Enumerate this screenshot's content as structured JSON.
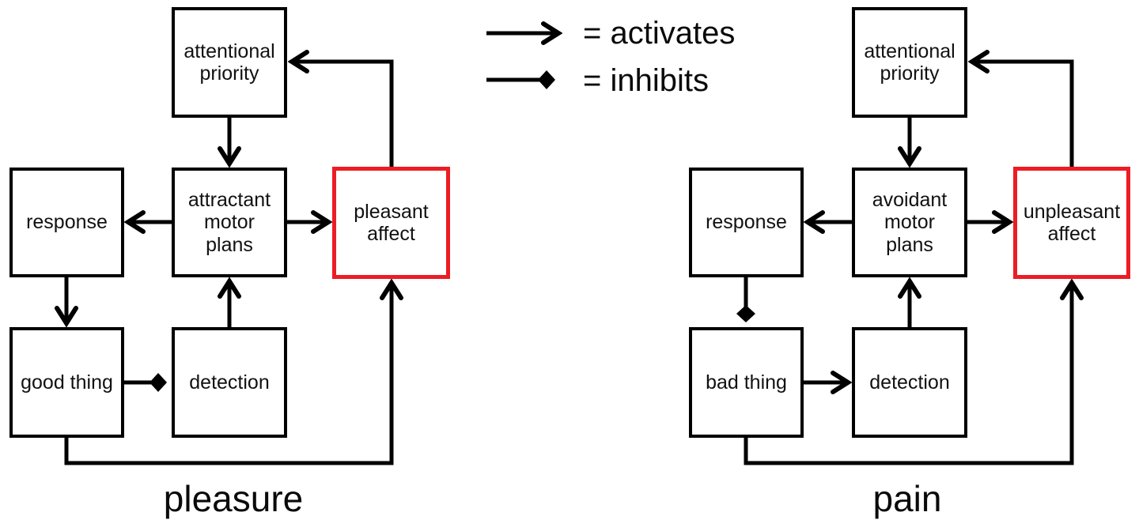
{
  "colors": {
    "accent_red": "#ED1C24",
    "line": "#000000",
    "background": "#FFFFFF"
  },
  "legend": {
    "activates_label": "= activates",
    "inhibits_label": "= inhibits"
  },
  "diagrams": {
    "pleasure": {
      "title": "pleasure",
      "nodes": {
        "attentional_priority": "attentional priority",
        "response": "response",
        "motor_plans": "attractant motor plans",
        "affect": "pleasant affect",
        "stimulus": "good thing",
        "detection": "detection"
      },
      "highlighted_node": "pleasant affect",
      "edges": [
        {
          "from": "pleasant affect",
          "to": "attentional priority",
          "type": "activates"
        },
        {
          "from": "attentional priority",
          "to": "attractant motor plans",
          "type": "activates"
        },
        {
          "from": "attractant motor plans",
          "to": "response",
          "type": "activates"
        },
        {
          "from": "attractant motor plans",
          "to": "pleasant affect",
          "type": "activates"
        },
        {
          "from": "detection",
          "to": "attractant motor plans",
          "type": "activates"
        },
        {
          "from": "response",
          "to": "good thing",
          "type": "activates"
        },
        {
          "from": "good thing",
          "to": "detection",
          "type": "inhibits"
        },
        {
          "from": "good thing",
          "to": "pleasant affect",
          "type": "activates"
        }
      ]
    },
    "pain": {
      "title": "pain",
      "nodes": {
        "attentional_priority": "attentional priority",
        "response": "response",
        "motor_plans": "avoidant motor plans",
        "affect": "unpleasant affect",
        "stimulus": "bad thing",
        "detection": "detection"
      },
      "highlighted_node": "unpleasant affect",
      "edges": [
        {
          "from": "unpleasant affect",
          "to": "attentional priority",
          "type": "activates"
        },
        {
          "from": "attentional priority",
          "to": "avoidant motor plans",
          "type": "activates"
        },
        {
          "from": "avoidant motor plans",
          "to": "response",
          "type": "activates"
        },
        {
          "from": "avoidant motor plans",
          "to": "unpleasant affect",
          "type": "activates"
        },
        {
          "from": "detection",
          "to": "avoidant motor plans",
          "type": "activates"
        },
        {
          "from": "response",
          "to": "bad thing",
          "type": "inhibits"
        },
        {
          "from": "bad thing",
          "to": "detection",
          "type": "activates"
        },
        {
          "from": "bad thing",
          "to": "unpleasant affect",
          "type": "activates"
        }
      ]
    }
  }
}
